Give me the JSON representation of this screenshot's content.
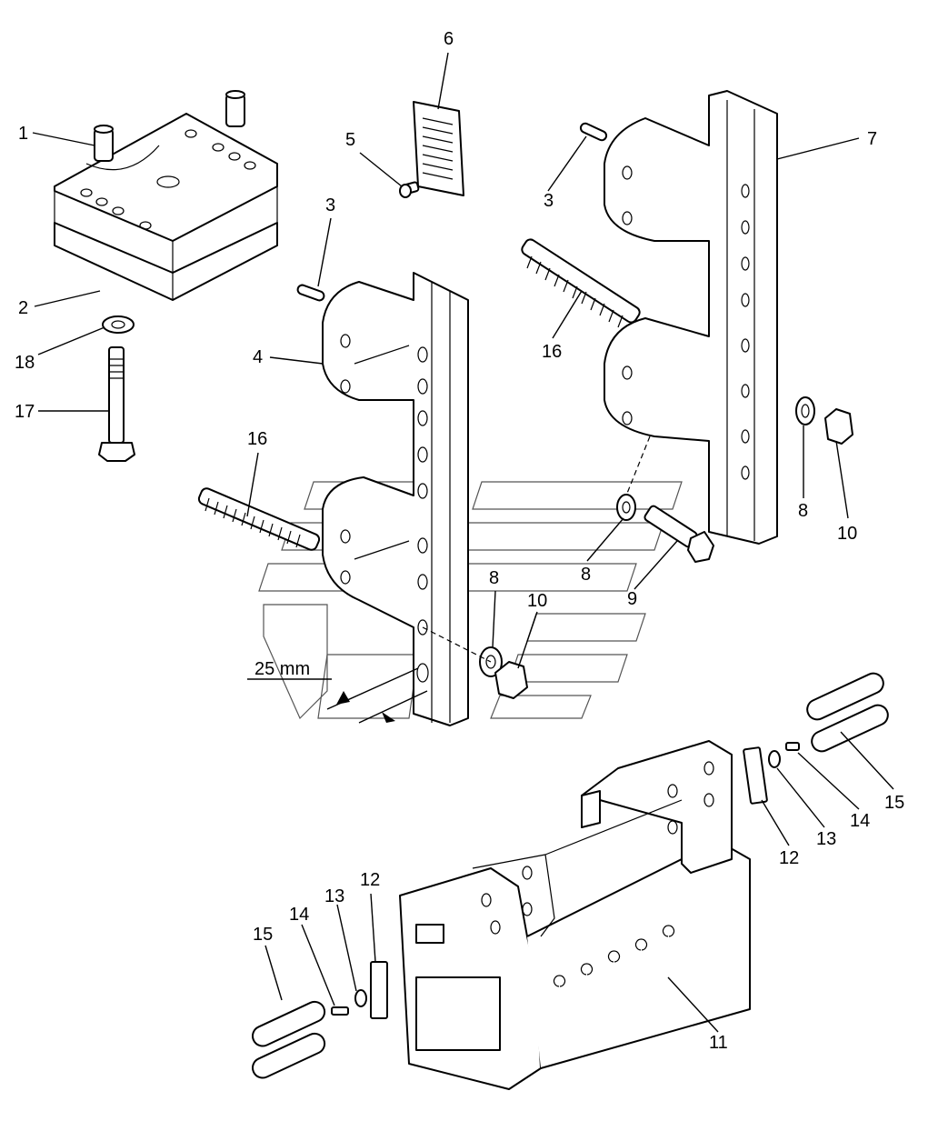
{
  "diagram": {
    "dimension_label": "25 mm",
    "callouts": [
      {
        "id": "c1",
        "text": "1"
      },
      {
        "id": "c2",
        "text": "2"
      },
      {
        "id": "c18",
        "text": "18"
      },
      {
        "id": "c17",
        "text": "17"
      },
      {
        "id": "c6",
        "text": "6"
      },
      {
        "id": "c5",
        "text": "5"
      },
      {
        "id": "c3a",
        "text": "3"
      },
      {
        "id": "c4",
        "text": "4"
      },
      {
        "id": "c16a",
        "text": "16"
      },
      {
        "id": "c3b",
        "text": "3"
      },
      {
        "id": "c7",
        "text": "7"
      },
      {
        "id": "c16b",
        "text": "16"
      },
      {
        "id": "c8a",
        "text": "8"
      },
      {
        "id": "c10a",
        "text": "10"
      },
      {
        "id": "c8b",
        "text": "8"
      },
      {
        "id": "c9",
        "text": "9"
      },
      {
        "id": "c8c",
        "text": "8"
      },
      {
        "id": "c10b",
        "text": "10"
      },
      {
        "id": "c15a",
        "text": "15"
      },
      {
        "id": "c14a",
        "text": "14"
      },
      {
        "id": "c13a",
        "text": "13"
      },
      {
        "id": "c12a",
        "text": "12"
      },
      {
        "id": "c11",
        "text": "11"
      },
      {
        "id": "c12b",
        "text": "12"
      },
      {
        "id": "c13b",
        "text": "13"
      },
      {
        "id": "c14b",
        "text": "14"
      },
      {
        "id": "c15b",
        "text": "15"
      }
    ]
  }
}
